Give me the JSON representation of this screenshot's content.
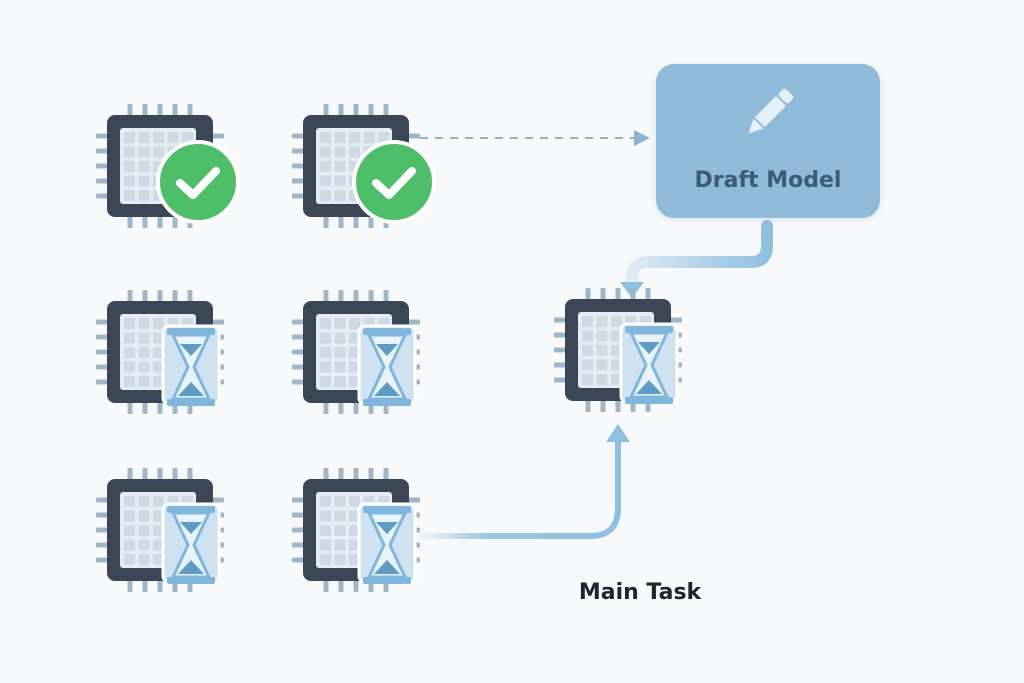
{
  "diagram": {
    "draft_model": {
      "label": "Draft Model",
      "icon": "pencil-icon"
    },
    "main_task": {
      "label": "Main Task"
    },
    "chips": [
      {
        "id": "chip-1",
        "status": "done",
        "badge_icon": "checkmark-icon"
      },
      {
        "id": "chip-2",
        "status": "done",
        "badge_icon": "checkmark-icon"
      },
      {
        "id": "chip-3",
        "status": "waiting",
        "badge_icon": "hourglass-icon"
      },
      {
        "id": "chip-4",
        "status": "waiting",
        "badge_icon": "hourglass-icon"
      },
      {
        "id": "chip-5",
        "status": "waiting",
        "badge_icon": "hourglass-icon"
      },
      {
        "id": "chip-6",
        "status": "waiting",
        "badge_icon": "hourglass-icon"
      },
      {
        "id": "chip-main",
        "status": "waiting",
        "badge_icon": "hourglass-icon"
      }
    ],
    "colors": {
      "chip_body": "#3b4657",
      "chip_grid": "#cfd9e3",
      "pin": "#9fb6c9",
      "check_green": "#4ebf68",
      "hourglass_blue": "#7fb6dc",
      "arrow_blue": "#8ec0e0",
      "draft_box": "#8fbbd8"
    }
  }
}
